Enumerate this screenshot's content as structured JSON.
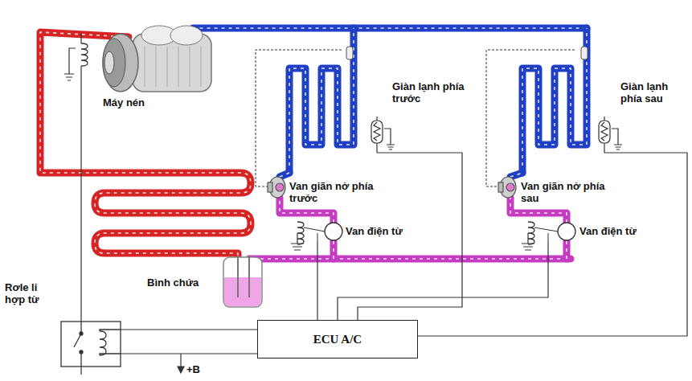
{
  "diagram": {
    "nodes": [
      {
        "text": [
          "ECU A/C"
        ]
      }
    ],
    "labels": [
      "Máy nén",
      "Giàn lạnh phía trước",
      "Van giãn nở phía trước",
      "Van điện từ",
      "Giàn lạnh phía sau",
      "Van giãn nở phía sau",
      "Van điện từ",
      "Bình chứa",
      "Rơle li hợp từ",
      "+B"
    ]
  }
}
